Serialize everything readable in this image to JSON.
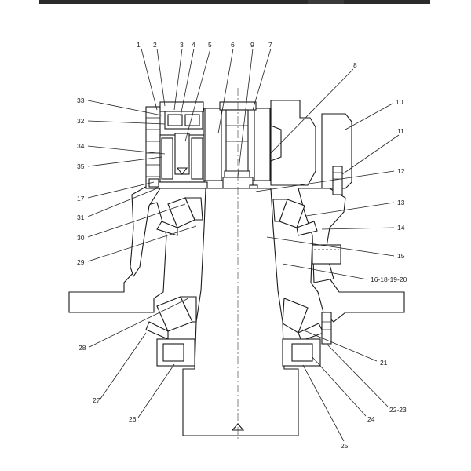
{
  "diagram": {
    "labels": [
      "1",
      "2",
      "3",
      "4",
      "5",
      "6",
      "9",
      "7",
      "8",
      "10",
      "11",
      "12",
      "13",
      "14",
      "15",
      "16-18-19-20",
      "21",
      "22-23",
      "24",
      "25",
      "26",
      "27",
      "28",
      "29",
      "30",
      "31",
      "17",
      "35",
      "34",
      "32",
      "33"
    ],
    "colors": {
      "line": "#1a1a1a",
      "hatch": "#444444",
      "topbar": "#2b2b2b"
    }
  }
}
